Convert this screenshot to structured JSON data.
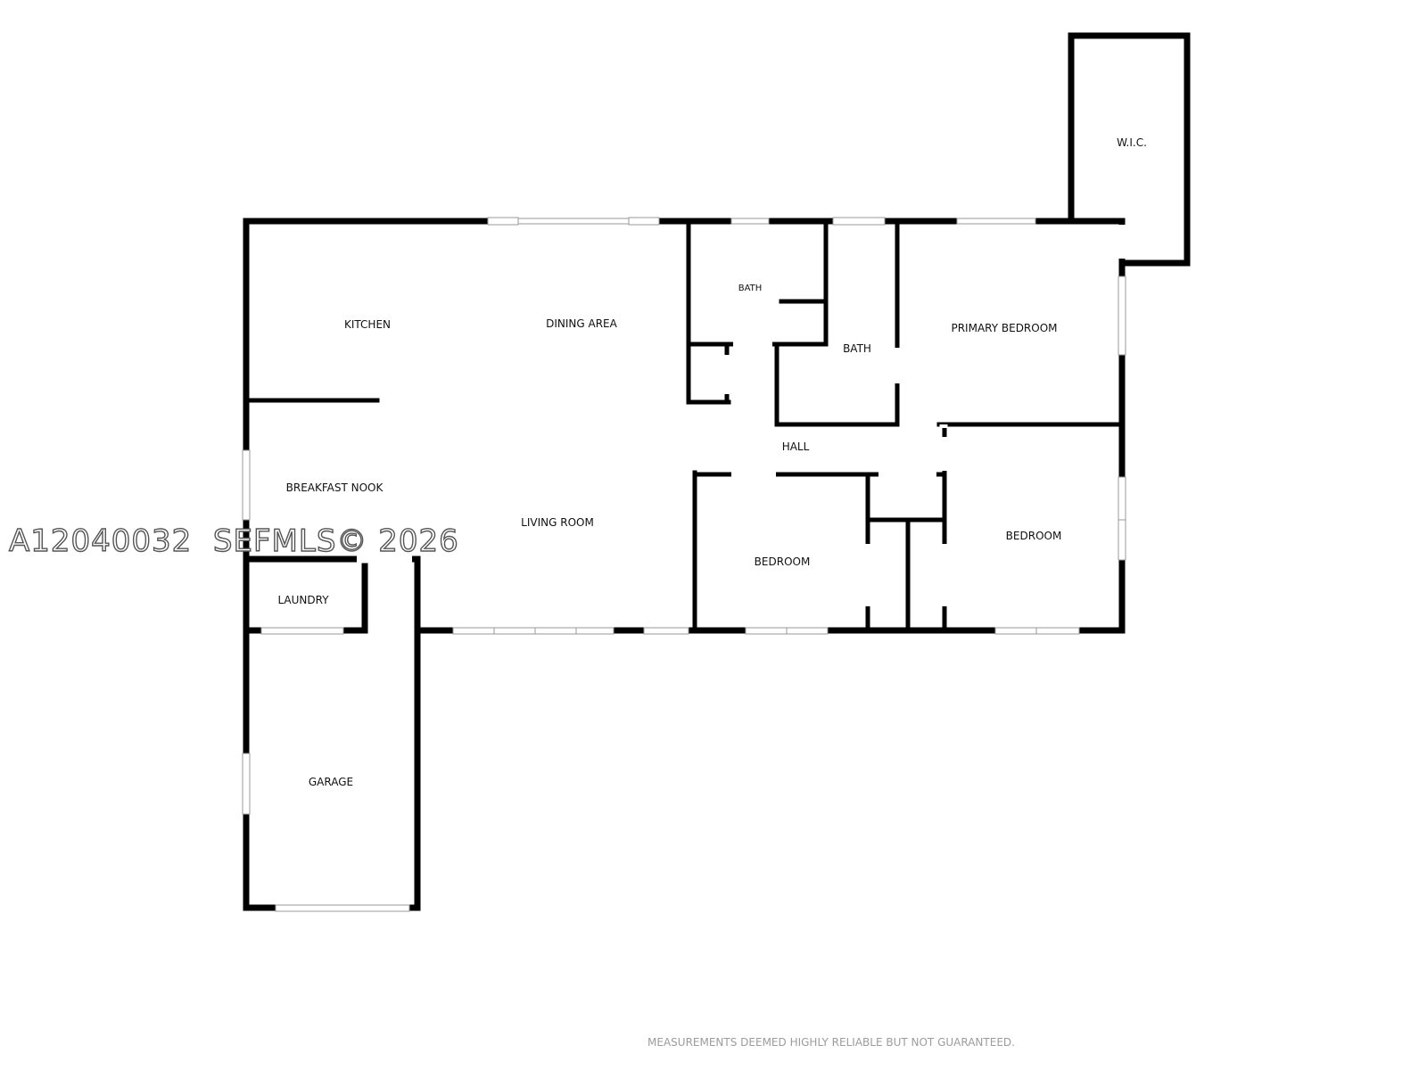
{
  "rooms": {
    "kitchen": "KITCHEN",
    "dining_area": "DINING AREA",
    "bath_1": "BATH",
    "bath_2": "BATH",
    "primary_bedroom": "PRIMARY BEDROOM",
    "wic": "W.I.C.",
    "hall": "HALL",
    "breakfast_nook": "BREAKFAST NOOK",
    "living_room": "LIVING ROOM",
    "bedroom_1": "BEDROOM",
    "bedroom_2": "BEDROOM",
    "laundry": "LAUNDRY",
    "garage": "GARAGE"
  },
  "watermark": "A12040032  SEFMLS© 2026",
  "disclaimer": "MEASUREMENTS DEEMED HIGHLY RELIABLE BUT NOT GUARANTEED.",
  "colors": {
    "wall": "#000000",
    "window": "#9a9a9a",
    "background": "#ffffff"
  }
}
